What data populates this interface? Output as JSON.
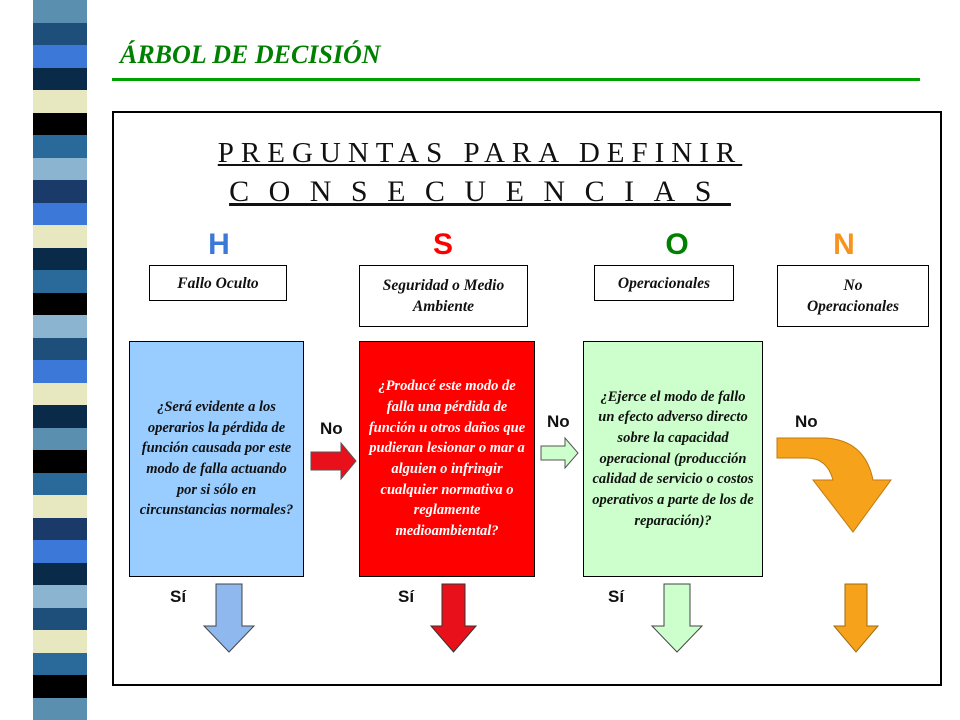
{
  "header": {
    "title": "ÁRBOL DE DECISIÓN"
  },
  "panel": {
    "heading_line1": "PREGUNTAS PARA DEFINIR",
    "heading_line2": "CONSECUENCIAS"
  },
  "columns": [
    {
      "letter": "H",
      "letter_color": "#3c78d8",
      "category": "Fallo Oculto",
      "question": "¿Será evidente a los operarios la pérdida de función causada por este modo de falla actuando por si sólo en circunstancias normales?",
      "box_color": "#99ccff",
      "question_text_color": "#111111",
      "yes_label": "Sí",
      "yes_arrow_color": "#8fb8ee",
      "no_label": "No",
      "no_arrow_color": "#e8101a"
    },
    {
      "letter": "S",
      "letter_color": "#ff0000",
      "category": "Seguridad o Medio Ambiente",
      "question": "¿Producé este modo de falla una pérdida de función u otros daños que pudieran lesionar o mar a alguien o infringir cualquier normativa o reglamente medioambiental?",
      "box_color": "#ff0000",
      "question_text_color": "#ffffff",
      "yes_label": "Sí",
      "yes_arrow_color": "#e8101a",
      "no_label": "No",
      "no_arrow_color": "#ccffcc"
    },
    {
      "letter": "O",
      "letter_color": "#008000",
      "category": "Operacionales",
      "question": "¿Ejerce el modo de fallo un efecto adverso directo sobre la capacidad operacional (producción calidad de servicio o costos operativos a parte de los de reparación)?",
      "box_color": "#ccffcc",
      "question_text_color": "#111111",
      "yes_label": "Sí",
      "yes_arrow_color": "#ccffcc",
      "no_label": "No",
      "no_arrow_color": "#f7a21b"
    },
    {
      "letter": "N",
      "letter_color": "#f7931e",
      "category": "No Operacionales",
      "down_arrow_color": "#f7a21b"
    }
  ],
  "strip_colors": [
    "#5a8fb0",
    "#1e4f7a",
    "#3c78d8",
    "#0a2a4a",
    "#e8e8c0",
    "#000000",
    "#2a6a9a",
    "#8ab4d0",
    "#1a3a6a",
    "#3c78d8",
    "#e8e8c0",
    "#0a2a4a",
    "#2a6a9a",
    "#000000",
    "#8ab4d0",
    "#1e4f7a",
    "#3c78d8",
    "#e8e8c0",
    "#0a2a4a",
    "#5a8fb0",
    "#000000",
    "#2a6a9a",
    "#e8e8c0",
    "#1a3a6a",
    "#3c78d8",
    "#0a2a4a",
    "#8ab4d0",
    "#1e4f7a",
    "#e8e8c0",
    "#2a6a9a",
    "#000000",
    "#5a8fb0"
  ]
}
